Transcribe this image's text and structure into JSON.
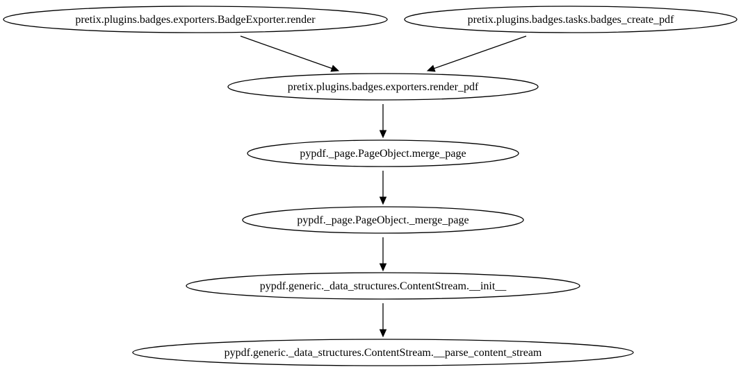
{
  "graph": {
    "nodes": [
      {
        "id": "badge_exporter_render",
        "label": "pretix.plugins.badges.exporters.BadgeExporter.render"
      },
      {
        "id": "badges_create_pdf",
        "label": "pretix.plugins.badges.tasks.badges_create_pdf"
      },
      {
        "id": "render_pdf",
        "label": "pretix.plugins.badges.exporters.render_pdf"
      },
      {
        "id": "merge_page",
        "label": "pypdf._page.PageObject.merge_page"
      },
      {
        "id": "_merge_page",
        "label": "pypdf._page.PageObject._merge_page"
      },
      {
        "id": "content_stream_init",
        "label": "pypdf.generic._data_structures.ContentStream.__init__"
      },
      {
        "id": "parse_content_stream",
        "label": "pypdf.generic._data_structures.ContentStream.__parse_content_stream"
      }
    ],
    "edges": [
      {
        "from": "badge_exporter_render",
        "to": "render_pdf"
      },
      {
        "from": "badges_create_pdf",
        "to": "render_pdf"
      },
      {
        "from": "render_pdf",
        "to": "merge_page"
      },
      {
        "from": "merge_page",
        "to": "_merge_page"
      },
      {
        "from": "_merge_page",
        "to": "content_stream_init"
      },
      {
        "from": "content_stream_init",
        "to": "parse_content_stream"
      }
    ]
  }
}
